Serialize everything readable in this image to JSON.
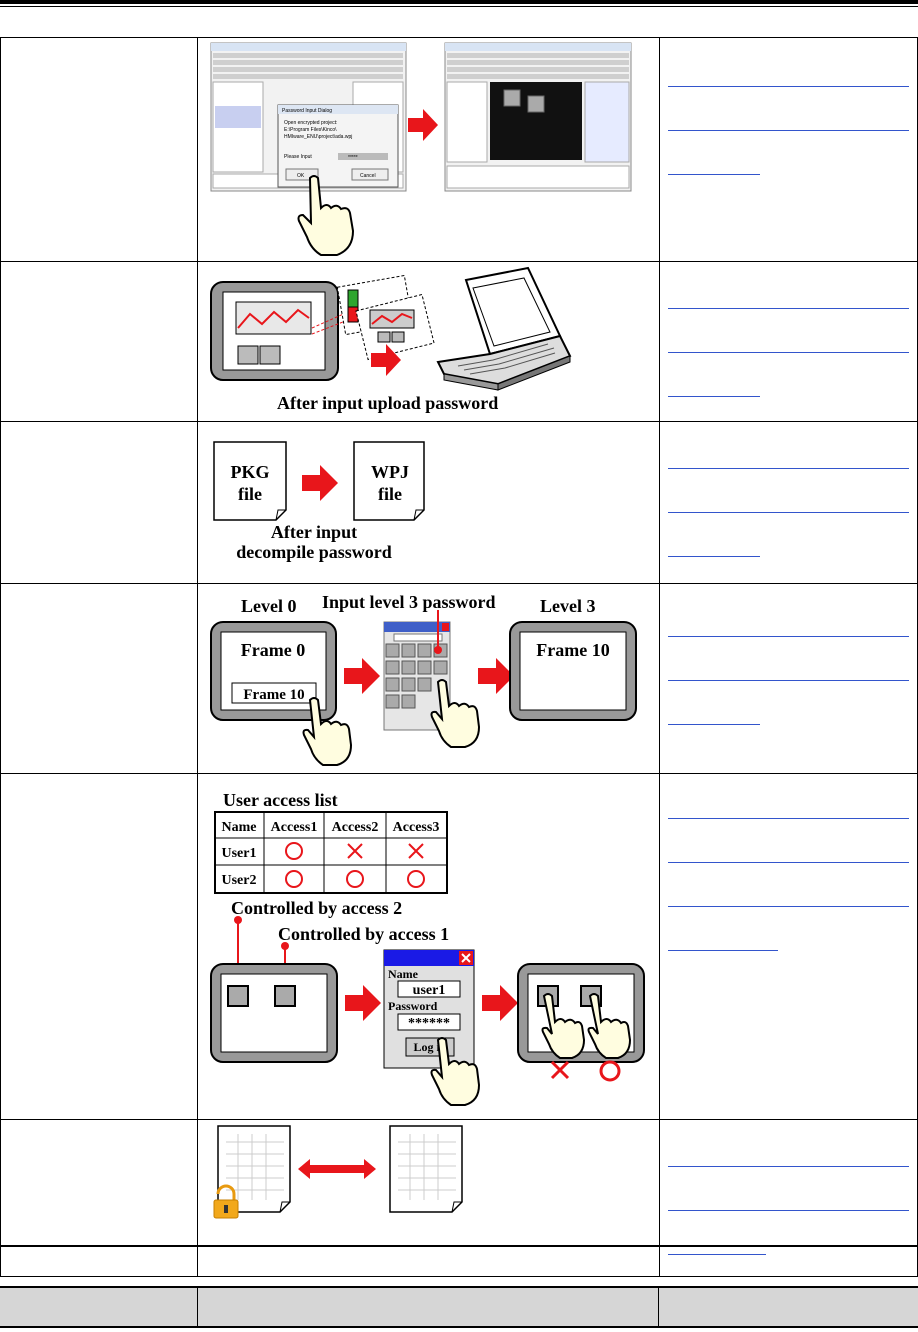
{
  "labels": {
    "upload_caption": "After input upload password",
    "pkg": "PKG",
    "pkg_file": "file",
    "wpj": "WPJ",
    "wpj_file": "file",
    "decompile_line1": "After input",
    "decompile_line2": "decompile password",
    "level0": "Level 0",
    "level3_input": "Input level 3 password",
    "level3": "Level 3",
    "frame0": "Frame 0",
    "frame10": "Frame 10",
    "frame10_btn": "Frame 10",
    "user_access_list": "User access list",
    "table_headers": [
      "Name",
      "Access1",
      "Access2",
      "Access3"
    ],
    "user1": "User1",
    "user2": "User2",
    "controlled_access2": "Controlled by access 2",
    "controlled_access1": "Controlled by access 1",
    "login_name_label": "Name",
    "login_name_value": "user1",
    "login_password_label": "Password",
    "login_password_value": "******",
    "login_button": "Log in",
    "dialog_title": "Password Input Dialog",
    "dialog_line1": "Open encrypted project:",
    "dialog_line2": "E:\\Program Files\\Kinco\\",
    "dialog_line3": "HMIware_ENU\\project\\ada.wpj",
    "dialog_please": "Please Input",
    "dialog_pw": "*****",
    "dialog_ok": "OK",
    "dialog_cancel": "Cancel"
  },
  "colors": {
    "accent": "#e8161b",
    "link": "#3355cc",
    "header_bg": "#d6d6d6"
  }
}
